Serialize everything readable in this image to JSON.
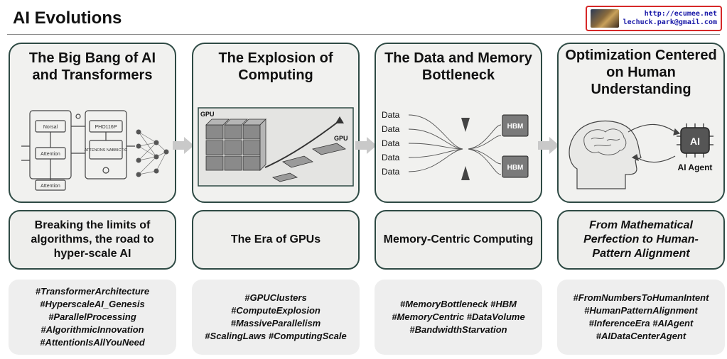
{
  "page": {
    "title": "AI Evolutions"
  },
  "badge": {
    "url": "http://ecumee.net",
    "email": "lechuck.park@gmail.com"
  },
  "colors": {
    "card_border": "#2e4a44",
    "card_fill": "#f1f1ef",
    "arrow": "#c9c9c9"
  },
  "stages": [
    {
      "title": "The Big Bang of AI and Transformers",
      "art_labels": [
        "Norsal",
        "Attention",
        "Attention",
        "PHO116P",
        "ATTENONS NABBICTIC"
      ],
      "subtitle": "Breaking the limits of algorithms, the road to hyper-scale AI",
      "tags": [
        "#TransformerArchitecture",
        "#HyperscaleAI_Genesis",
        "#ParallelProcessing",
        "#AlgorithmicInnovation",
        "#AttentionIsAllYouNeed"
      ]
    },
    {
      "title": "The Explosion of Computing",
      "art_labels": [
        "GPU",
        "GPU"
      ],
      "subtitle": "The Era of GPUs",
      "tags": [
        "#GPUClusters",
        "#ComputeExplosion",
        "#MassiveParallelism",
        "#ScalingLaws #ComputingScale"
      ]
    },
    {
      "title": "The Data and Memory Bottleneck",
      "art_labels": [
        "Data",
        "Data",
        "Data",
        "Data",
        "Data",
        "HBM",
        "HBM"
      ],
      "subtitle": "Memory-Centric Computing",
      "tags": [
        "#MemoryBottleneck #HBM",
        "#MemoryCentric #DataVolume",
        "#BandwidthStarvation"
      ]
    },
    {
      "title": "Optimization Centered on Human Understanding",
      "art_labels": [
        "AI",
        "AI Agent"
      ],
      "subtitle": "From Mathematical Perfection to Human-Pattern Alignment",
      "tags": [
        "#FromNumbersToHumanIntent",
        "#HumanPatternAlignment",
        "#InferenceEra #AIAgent",
        "#AIDataCenterAgent"
      ]
    }
  ]
}
